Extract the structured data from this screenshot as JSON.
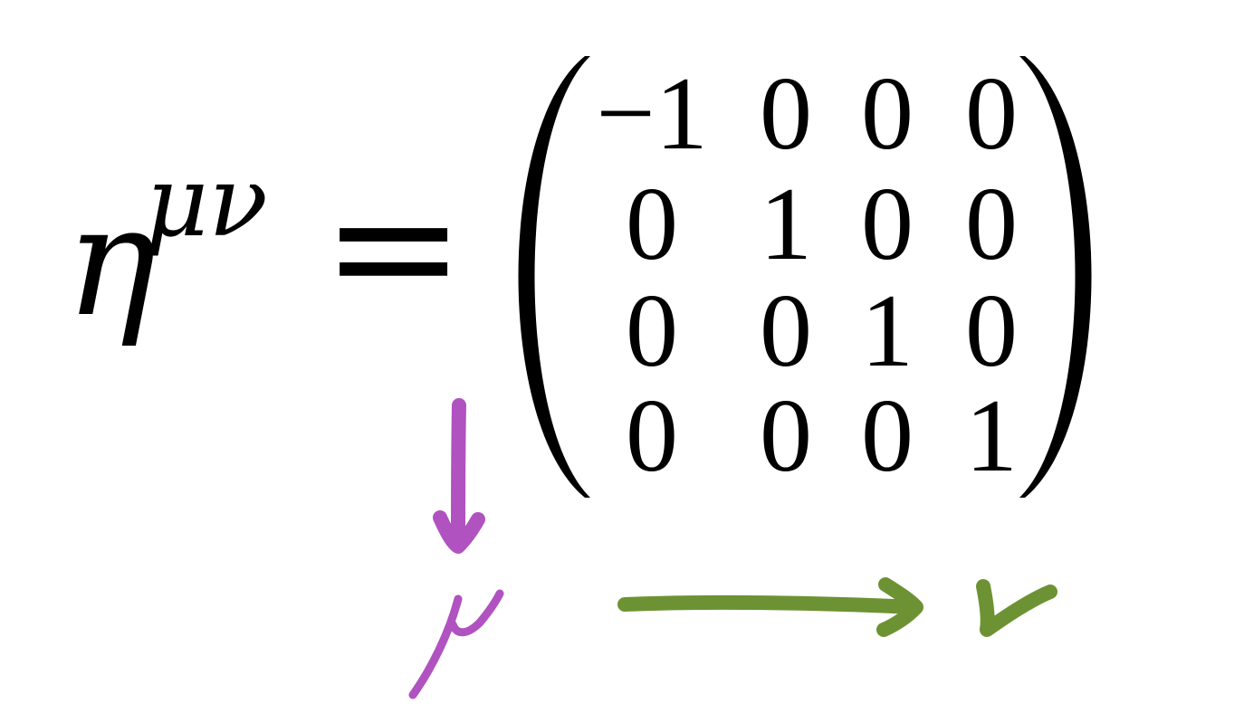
{
  "equation": {
    "symbol": "η",
    "superscript": "μν",
    "relation": "="
  },
  "matrix": {
    "rows": [
      [
        "−1",
        "0",
        "0",
        "0"
      ],
      [
        "0",
        "1",
        "0",
        "0"
      ],
      [
        "0",
        "0",
        "1",
        "0"
      ],
      [
        "0",
        "0",
        "0",
        "1"
      ]
    ]
  },
  "annotations": {
    "row_index": {
      "glyph": "μ",
      "color": "#b052c0"
    },
    "column_index": {
      "glyph": "ν",
      "color": "#6d9233"
    }
  }
}
